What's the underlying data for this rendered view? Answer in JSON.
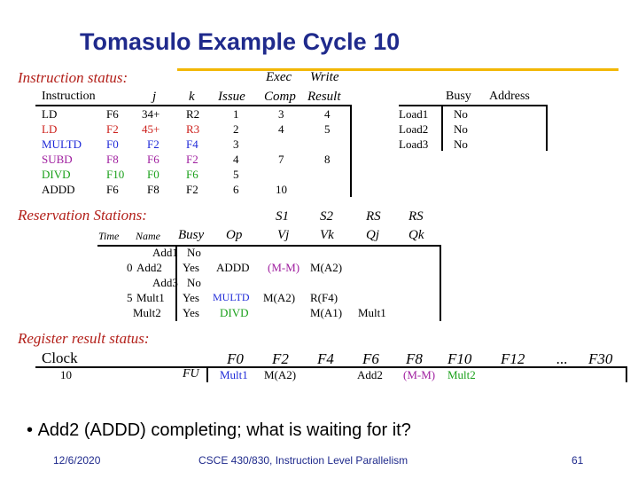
{
  "slide": {
    "title": "Tomasulo Example Cycle 10",
    "bullet": "Add2 (ADDD) completing; what is waiting for it?",
    "footer_date": "12/6/2020",
    "footer_course": "CSCE 430/830, Instruction Level Parallelism",
    "page_number": "61",
    "accent_color": "#f2b705",
    "title_color": "#1f2a8c"
  },
  "instruction_status": {
    "section_label": "Instruction status:",
    "exec_label": "Exec",
    "write_label": "Write",
    "headers": [
      "Instruction",
      "j",
      "k",
      "Issue",
      "Comp",
      "Result"
    ],
    "rows": [
      {
        "op": "LD",
        "dst": "F6",
        "j": "34+",
        "k": "R2",
        "issue": "1",
        "comp": "3",
        "result": "4"
      },
      {
        "op": "LD",
        "dst": "F2",
        "j": "45+",
        "k": "R3",
        "issue": "2",
        "comp": "4",
        "result": "5"
      },
      {
        "op": "MULTD",
        "dst": "F0",
        "j": "F2",
        "k": "F4",
        "issue": "3",
        "comp": "",
        "result": ""
      },
      {
        "op": "SUBD",
        "dst": "F8",
        "j": "F6",
        "k": "F2",
        "issue": "4",
        "comp": "7",
        "result": "8"
      },
      {
        "op": "DIVD",
        "dst": "F10",
        "j": "F0",
        "k": "F6",
        "issue": "5",
        "comp": "",
        "result": ""
      },
      {
        "op": "ADDD",
        "dst": "F6",
        "j": "F8",
        "k": "F2",
        "issue": "6",
        "comp": "10",
        "result": ""
      }
    ]
  },
  "load_buffers": {
    "headers": [
      "Busy",
      "Address"
    ],
    "rows": [
      {
        "name": "Load1",
        "busy": "No",
        "address": ""
      },
      {
        "name": "Load2",
        "busy": "No",
        "address": ""
      },
      {
        "name": "Load3",
        "busy": "No",
        "address": ""
      }
    ]
  },
  "reservation_stations": {
    "section_label": "Reservation Stations:",
    "headers_top": [
      "S1",
      "S2",
      "RS",
      "RS"
    ],
    "headers": [
      "Time",
      "Name",
      "Busy",
      "Op",
      "Vj",
      "Vk",
      "Qj",
      "Qk"
    ],
    "rows": [
      {
        "time": "",
        "name": "Add1",
        "busy": "No",
        "op": "",
        "vj": "",
        "vk": "",
        "qj": "",
        "qk": ""
      },
      {
        "time": "0",
        "name": "Add2",
        "busy": "Yes",
        "op": "ADDD",
        "vj": "(M-M)",
        "vk": "M(A2)",
        "qj": "",
        "qk": ""
      },
      {
        "time": "",
        "name": "Add3",
        "busy": "No",
        "op": "",
        "vj": "",
        "vk": "",
        "qj": "",
        "qk": ""
      },
      {
        "time": "5",
        "name": "Mult1",
        "busy": "Yes",
        "op": "MULTD",
        "vj": "M(A2)",
        "vk": "R(F4)",
        "qj": "",
        "qk": ""
      },
      {
        "time": "",
        "name": "Mult2",
        "busy": "Yes",
        "op": "DIVD",
        "vj": "",
        "vk": "M(A1)",
        "qj": "Mult1",
        "qk": ""
      }
    ]
  },
  "register_status": {
    "section_label": "Register result status:",
    "clock_label": "Clock",
    "clock_value": "10",
    "fu_label": "FU",
    "registers": [
      "F0",
      "F2",
      "F4",
      "F6",
      "F8",
      "F10",
      "F12",
      "...",
      "F30"
    ],
    "values": [
      "Mult1",
      "M(A2)",
      "",
      "Add2",
      "(M-M)",
      "Mult2",
      "",
      "",
      ""
    ]
  }
}
